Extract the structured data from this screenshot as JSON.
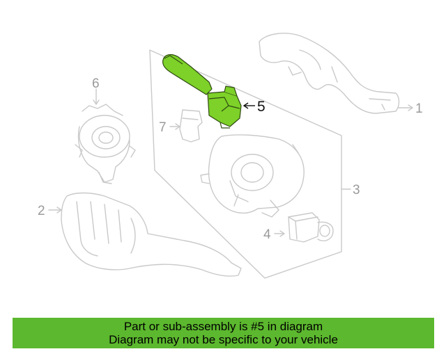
{
  "callouts": [
    "1",
    "2",
    "3",
    "4",
    "5",
    "6",
    "7"
  ],
  "banner": {
    "line1": "Part or sub-assembly is #5 in diagram",
    "line2": "Diagram may not be specific to your vehicle"
  },
  "colors": {
    "highlight_part": "#7dd128",
    "banner_bg": "#5cb82e",
    "line_art": "#c8c8c8",
    "callout_text": "#9a9a9a"
  }
}
